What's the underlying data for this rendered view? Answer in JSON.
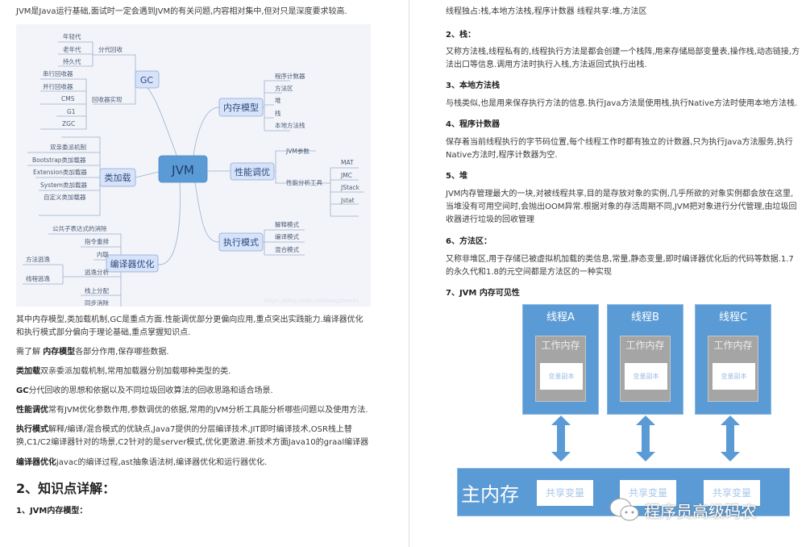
{
  "left_page": {
    "intro": "JVM是Java运行基础,面试时一定会遇到JVM的有关问题,内容相对集中,但对只是深度要求较高.",
    "mindmap": {
      "center": "JVM",
      "gc": {
        "label": "GC",
        "sub1": "分代回收",
        "gens": [
          "年轻代",
          "老年代",
          "持久代"
        ],
        "sub2": "回收器实现",
        "collectors": [
          "串行回收器",
          "并行回收器",
          "CMS",
          "G1",
          "ZGC"
        ]
      },
      "memory": {
        "label": "内存模型",
        "items": [
          "程序计数器",
          "方法区",
          "堆",
          "栈",
          "本地方法栈"
        ]
      },
      "classload": {
        "label": "类加载",
        "items": [
          "双亲委派机制",
          "Bootstrap类加载器",
          "Extension类加载器",
          "System类加载器",
          "自定义类加载器"
        ]
      },
      "perf": {
        "label": "性能调优",
        "sub1": "JVM参数",
        "sub2": "性能分析工具",
        "tools": [
          "MAT",
          "JMC",
          "JStack",
          "Jstat"
        ]
      },
      "exec": {
        "label": "执行模式",
        "items": [
          "解释模式",
          "编译模式",
          "混合模式"
        ]
      },
      "compiler": {
        "label": "编译器优化",
        "items": [
          "公共子表达式的消除",
          "指令重排",
          "内联",
          "逃逸分析",
          "栈上分配",
          "同步消除"
        ],
        "escape": [
          "方法逃逸",
          "线程逃逸"
        ]
      },
      "watermark": "https://blog.csdn.net/hongzhen91"
    },
    "p1a": "其中内存模型,类加载机制,GC是重点方面.性能调优部分更偏向应用,重点突出实践能力.编译器优化",
    "p1b": "和执行模式部分偏向于理论基础,重点掌握知识点.",
    "p2_bold": "内存模型",
    "p2_pre": "需了解 ",
    "p2": "各部分作用,保存哪些数据.",
    "p3_bold": "类加载",
    "p3": "双亲委派加载机制,常用加载器分别加载哪种类型的类.",
    "p4_bold": "GC",
    "p4": "分代回收的思想和依据以及不同垃圾回收算法的回收思路和适合场景.",
    "p5_bold": "性能调优",
    "p5": "常有JVM优化参数作用,参数调优的依据,常用的JVM分析工具能分析哪些问题以及使用方法.",
    "p6_bold": "执行模式",
    "p6a": "解释/编译/混合模式的优缺点,Java7提供的分层编译技术,JIT即时编译技术,OSR栈上替",
    "p6b": "换,C1/C2编译器针对的场景,C2针对的是server模式,优化更激进.新技术方面Java10的graal编译器",
    "p7_bold": "编译器优化",
    "p7": "javac的编译过程,ast抽象语法树,编译器优化和运行器优化.",
    "heading": "2、知识点详解：",
    "subheading": "1、JVM内存模型："
  },
  "right_page": {
    "line1": "线程独占:栈,本地方法栈,程序计数器 线程共享:堆,方法区",
    "s2": "2、栈：",
    "s2a": "又称方法栈,线程私有的,线程执行方法是都会创建一个栈阵,用来存储局部变量表,操作栈,动态链接,方",
    "s2b": "法出口等信息.调用方法时执行入栈,方法返回式执行出栈.",
    "s3": "3、本地方法栈",
    "s3a": "与栈类似,也是用来保存执行方法的信息.执行Java方法是使用栈,执行Native方法时使用本地方法栈.",
    "s4": "4、程序计数器",
    "s4a": "保存着当前线程执行的字节码位置,每个线程工作时都有独立的计数器,只为执行Java方法服务,执行",
    "s4b": "Native方法时,程序计数器为空.",
    "s5": "5、堆",
    "s5a": "JVM内存管理最大的一块,对被线程共享,目的是存放对象的实例,几乎所欲的对象实例都会放在这里,",
    "s5b": "当堆没有可用空间时,会抛出OOM异常.根据对象的存活周期不同,JVM把对象进行分代管理,由垃圾回",
    "s5c": "收器进行垃圾的回收管理",
    "s6": "6、方法区：",
    "s6a": "又称非堆区,用于存储已被虚拟机加载的类信息,常量,静态变量,即时编译器优化后的代码等数据.1.7",
    "s6b": "的永久代和1.8的元空间都是方法区的一种实现",
    "s7": "7、JVM 内存可见性",
    "diagram": {
      "threads": [
        {
          "name": "线程A",
          "work": "工作内存",
          "copy": "变量副本"
        },
        {
          "name": "线程B",
          "work": "工作内存",
          "copy": "变量副本"
        },
        {
          "name": "线程C",
          "work": "工作内存",
          "copy": "变量副本"
        }
      ],
      "main_memory": "主内存",
      "shared": [
        "共享变量",
        "共享变量",
        "共享变量"
      ]
    },
    "wechat_watermark": "程序员高级码农"
  },
  "colors": {
    "diagram_blue": "#5b9bd5",
    "mindmap_bg": "#f2f4f9",
    "node_fill": "#d6e3fb",
    "center_fill": "#5b9bd5"
  }
}
